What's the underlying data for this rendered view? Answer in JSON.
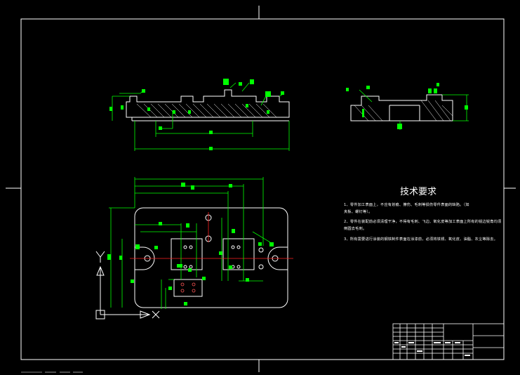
{
  "tech_requirements": {
    "title": "技术要求",
    "lines": [
      "1、零件加工表面上，不应有划痕、擦伤、毛刺等损伤零件表面的缺陷。（如",
      "夹板、螺钉等）。",
      "2、零件在装配前必须清理干净，不得有毛刺、飞边、氧化皮等加工表面上所有的锐边锐角均须",
      "倒圆去毛刺。",
      "3、所有需要进行涂装的钢铁制件表面在涂漆前，必须将铁锈、氧化皮、油脂、灰尘等除去。"
    ]
  },
  "axes_labels": {
    "y": "Y",
    "x": "X"
  },
  "colors": {
    "background": "#000000",
    "outline": "#ffffff",
    "dimension": "#00ff00",
    "centerline": "#ff0000",
    "hatch": "#ffffff"
  }
}
